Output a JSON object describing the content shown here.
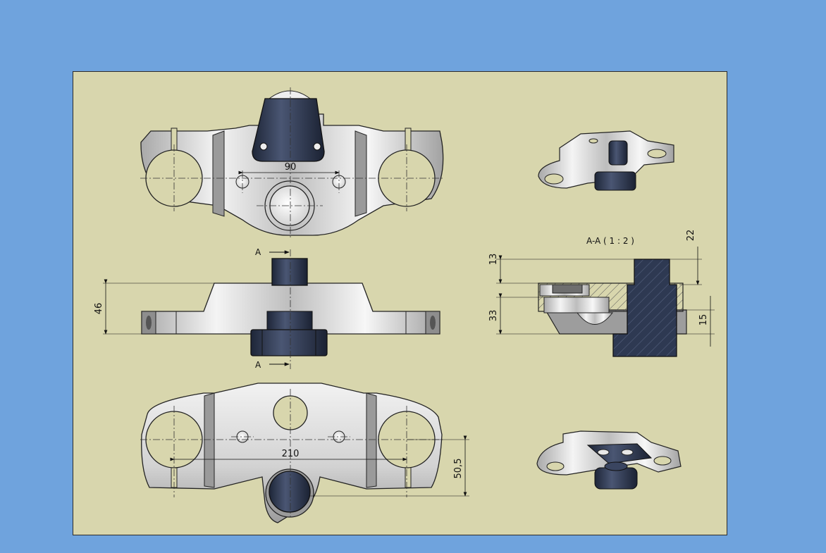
{
  "colors": {
    "background": "#6fa3dd",
    "sheet": "#d8d6ad",
    "dark_part": "#2e3952",
    "metal": "#dcdcdc"
  },
  "views": {
    "top": {
      "dim_hole_spacing": "90"
    },
    "front": {
      "dim_height": "46",
      "section_marker": "A"
    },
    "bottom": {
      "dim_width": "210",
      "dim_depth": "50,5"
    },
    "section": {
      "title": "A-A ( 1 : 2 )",
      "dim_top": "22",
      "dim_upper": "13",
      "dim_lower": "33",
      "dim_right": "15"
    }
  }
}
